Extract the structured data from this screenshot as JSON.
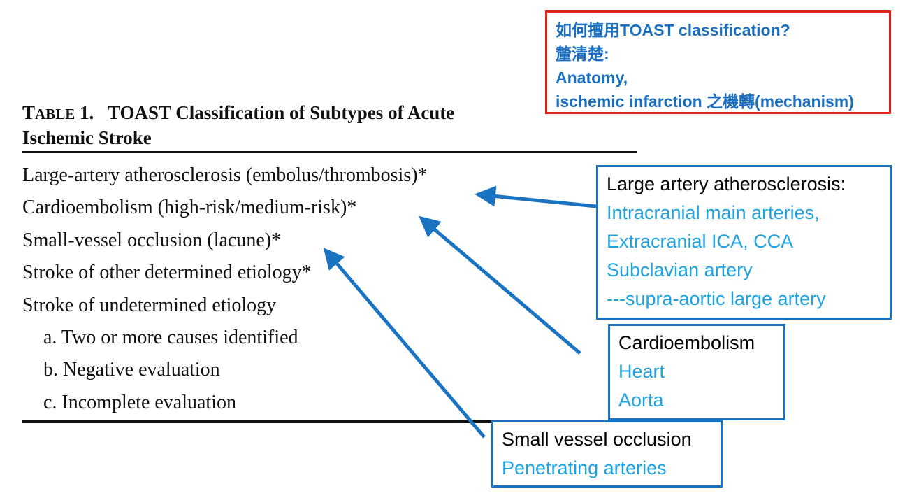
{
  "question_box": {
    "line1": "如何擅用TOAST classification?",
    "line2": "釐清楚:",
    "line3": "Anatomy,",
    "line4": "ischemic infarction 之機轉(mechanism)"
  },
  "table": {
    "title_prefix_big": "T",
    "title_prefix_small": "ABLE",
    "title_number": "1.",
    "title_text": "TOAST Classification of Subtypes of Acute",
    "title_line2": "Ischemic Stroke",
    "rows": [
      "Large-artery atherosclerosis (embolus/thrombosis)*",
      "Cardioembolism (high-risk/medium-risk)*",
      "Small-vessel occlusion (lacune)*",
      "Stroke of other determined etiology*",
      "Stroke of undetermined etiology",
      "a. Two or more causes identified",
      "b. Negative evaluation",
      "c. Incomplete evaluation"
    ]
  },
  "callouts": {
    "large_artery": {
      "heading": "Large artery atherosclerosis:",
      "items": [
        "Intracranial main arteries,",
        "Extracranial ICA, CCA",
        "Subclavian artery",
        "---supra-aortic large artery"
      ]
    },
    "cardioembolism": {
      "heading": "Cardioembolism",
      "items": [
        "Heart",
        "Aorta"
      ]
    },
    "small_vessel": {
      "heading": "Small vessel occlusion",
      "items": [
        "Penetrating arteries"
      ]
    }
  },
  "colors": {
    "question_border": "#e2231a",
    "question_text": "#1a6fc0",
    "callout_border": "#1a73c0",
    "callout_item_text": "#1fa3e0",
    "arrow": "#1a73c0"
  }
}
